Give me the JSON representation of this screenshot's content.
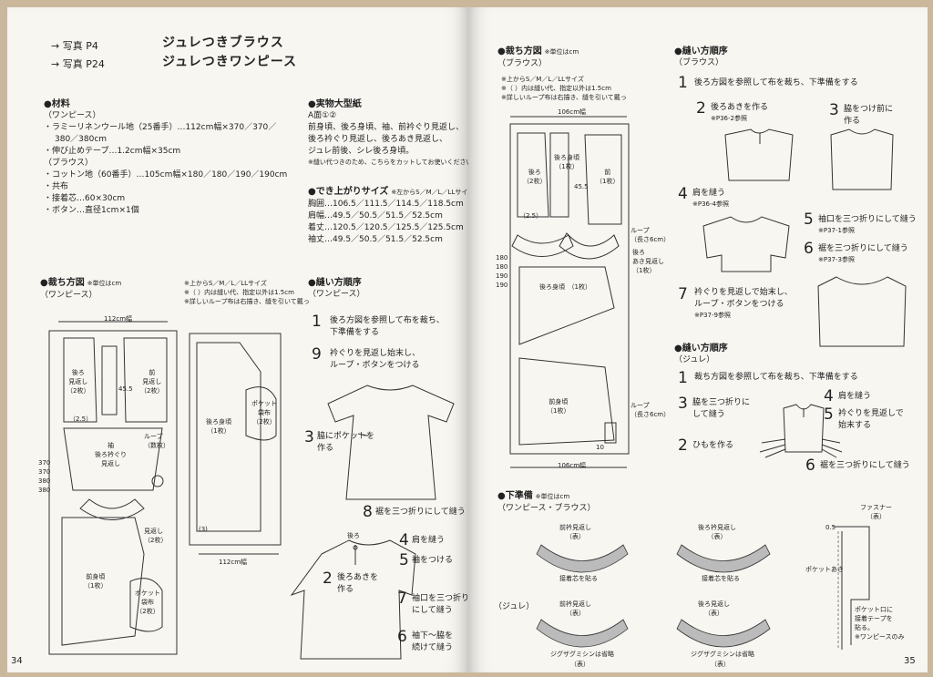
{
  "left": {
    "refs": [
      "→ 写真 P4",
      "→ 写真 P24"
    ],
    "titles": [
      "ジュレつきブラウス",
      "ジュレつきワンピース"
    ],
    "materials": {
      "heading": "●材料",
      "lines": [
        "（ワンピース）",
        "・ラミーリネンウール地（25番手）…112cm幅×370／370／",
        "380／380cm",
        "・伸び止めテープ…1.2cm幅×35cm",
        "（ブラウス）",
        "・コットン地（60番手）…105cm幅×180／180／190／190cm",
        "・共布",
        "・接着芯…60×30cm",
        "・ボタン…直径1cm×1個"
      ]
    },
    "pattern": {
      "heading": "●実物大型紙",
      "lines": [
        "A面①②",
        "前身頃、後ろ身頃、袖、前衿ぐり見返し、",
        "後ろ衿ぐり見返し、後ろあき見返し、",
        "ジュレ前後、シレ後ろ身頃。"
      ],
      "note": "※縫い代つきのため、こちらをカットしてお使いください。"
    },
    "sizes": {
      "heading": "●でき上がりサイズ",
      "note": "※左からS／M／L／LLサイズ",
      "lines": [
        "胸囲…106.5／111.5／114.5／118.5cm",
        "肩幅…49.5／50.5／51.5／52.5cm",
        "着丈…120.5／120.5／125.5／125.5cm",
        "袖丈…49.5／50.5／51.5／52.5cm"
      ]
    },
    "cutting": {
      "heading": "●裁ち方図",
      "unit": "※単位はcm",
      "sub": "（ワンピース）",
      "notes": [
        "※上からS／M／L／LLサイズ",
        "※（ ）内は縫い代、指定以外は1.5cm",
        "※詳しいループ布は右描き、縫を引いて戴っ"
      ],
      "width_label": "112cm幅",
      "length_labels": [
        "370",
        "370",
        "380",
        "380"
      ],
      "pieces": [
        "後ろ",
        "見返し",
        "（2枚）",
        "前",
        "見返し",
        "（2枚）",
        "45.5",
        "袖",
        "後ろ衿ぐり",
        "見返し",
        "ループ",
        "（数枚）",
        "見返し",
        "（2枚）",
        "前身頃",
        "（1枚）",
        "ポケット",
        "袋布",
        "（2枚）",
        "後ろ身頃",
        "（1枚）",
        "ポケット",
        "袋布",
        "（2枚）",
        "（2.5）",
        "(3)"
      ]
    },
    "sewing": {
      "heading": "●縫い方順序",
      "sub": "（ワンピース）",
      "steps": [
        {
          "n": "1",
          "text": "後ろ方図を参照して布を裁ち、",
          "text2": "下準備をする"
        },
        {
          "n": "9",
          "text": "衿ぐりを見返し始末し、",
          "text2": "ループ・ボタンをつける"
        },
        {
          "n": "3",
          "text": "脇にポケットを",
          "text2": "作る"
        },
        {
          "n": "8",
          "text": "裾を三つ折りにして縫う"
        },
        {
          "n": "4",
          "text": "肩を縫う"
        },
        {
          "n": "5",
          "text": "袖をつける"
        },
        {
          "n": "2",
          "text": "後ろあきを",
          "text2": "作る"
        },
        {
          "n": "7",
          "text": "袖口を三つ折り",
          "text2": "にして縫う"
        },
        {
          "n": "6",
          "text": "袖下～脇を",
          "text2": "続けて縫う"
        }
      ],
      "back_label": "後ろ"
    },
    "page_number": "34"
  },
  "right": {
    "cutting": {
      "heading": "●裁ち方図",
      "unit": "※単位はcm",
      "sub": "（ブラウス）",
      "notes": [
        "※上からS／M／L／LLサイズ",
        "※（ ）内は縫い代、指定以外は1.5cm",
        "※詳しいループ布は右描き、縫を引いて戴っ"
      ],
      "width_top": "106cm幅",
      "width_bottom": "106cm幅",
      "length_labels": [
        "180",
        "180",
        "190",
        "190"
      ],
      "pieces": [
        "後ろ",
        "（2枚）",
        "（2.5）",
        "後ろ身頃",
        "（1枚）",
        "45.5",
        "前",
        "（1枚）",
        "ループ",
        "（長さ6cm）",
        "後ろ",
        "あき見返し",
        "（1枚）",
        "後ろ身頃　（1枚）",
        "前身頃",
        "（1枚）",
        "ループ",
        "（長さ6cm）",
        "10"
      ]
    },
    "prep": {
      "heading": "●下準備",
      "unit": "※単位はcm",
      "sub": "（ワンピース・ブラウス）",
      "jure": "（ジュレ）",
      "facings": [
        {
          "name": "前衿見返し",
          "side": "（表）",
          "note": "接着芯を貼る"
        },
        {
          "name": "後ろ衿見返し",
          "side": "（表）",
          "note": "接着芯を貼る"
        },
        {
          "name": "前衿見返し",
          "side": "（表）",
          "note": "ジグザグミシンは省略"
        },
        {
          "name": "後ろ見返し",
          "side": "（表）",
          "note": "ジグザグミシンは省略"
        }
      ],
      "bottom_side": "（表）",
      "zipper": [
        "ファスナー",
        "（表）"
      ],
      "pocket": [
        "ポケットあき",
        "ポケット口に",
        "接着テープを",
        "貼る。",
        "※ワンピースのみ"
      ],
      "mark": "0.5"
    },
    "sewing_blouse": {
      "heading": "●縫い方順序",
      "sub": "（ブラウス）",
      "steps": [
        {
          "n": "1",
          "text": "後ろ方図を参照して布を裁ち、下準備をする"
        },
        {
          "n": "2",
          "text": "後ろあきを作る",
          "ref": "※P36-2参照"
        },
        {
          "n": "3",
          "text": "脇をつけ前に",
          "text2": "作る"
        },
        {
          "n": "4",
          "text": "肩を縫う",
          "ref": "※P36-4参照"
        },
        {
          "n": "5",
          "text": "袖口を三つ折りにして縫う",
          "ref": "※P37-1参照"
        },
        {
          "n": "6",
          "text": "裾を三つ折りにして縫う",
          "ref": "※P37-3参照"
        },
        {
          "n": "7",
          "text": "衿ぐりを見返しで始末し、",
          "text2": "ループ・ボタンをつける",
          "ref": "※P37-9参照"
        }
      ]
    },
    "sewing_jure": {
      "heading": "●縫い方順序",
      "sub": "（ジュレ）",
      "steps": [
        {
          "n": "1",
          "text": "裁ち方図を参照して布を裁ち、下準備をする"
        },
        {
          "n": "3",
          "text": "脇を三つ折りに",
          "text2": "して縫う"
        },
        {
          "n": "4",
          "text": "肩を縫う"
        },
        {
          "n": "5",
          "text": "衿ぐりを見返しで",
          "text2": "始末する"
        },
        {
          "n": "2",
          "text": "ひもを作る"
        },
        {
          "n": "6",
          "text": "裾を三つ折りにして縫う"
        }
      ]
    },
    "page_number": "35"
  }
}
